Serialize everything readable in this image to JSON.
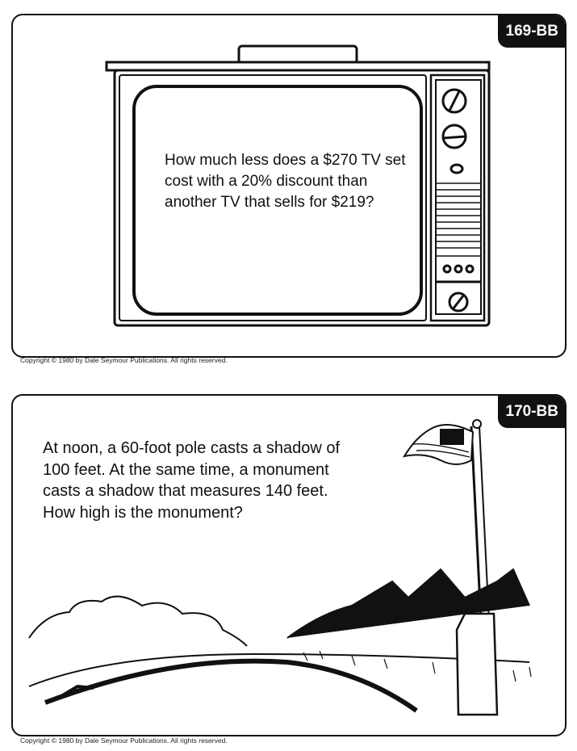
{
  "cards": [
    {
      "id": "169-BB",
      "question": "How much less does a $270 TV set cost with a 20% discount than another TV that sells for $219?",
      "illustration": "television"
    },
    {
      "id": "170-BB",
      "question": "At noon, a 60-foot pole casts a shadow of 100 feet. At the same time, a monument casts a shadow that measures 140 feet. How high is the monument?",
      "illustration": "flagpole-landscape"
    }
  ],
  "copyright": "Copyright © 1980 by Dale Seymour Publications. All rights reserved."
}
